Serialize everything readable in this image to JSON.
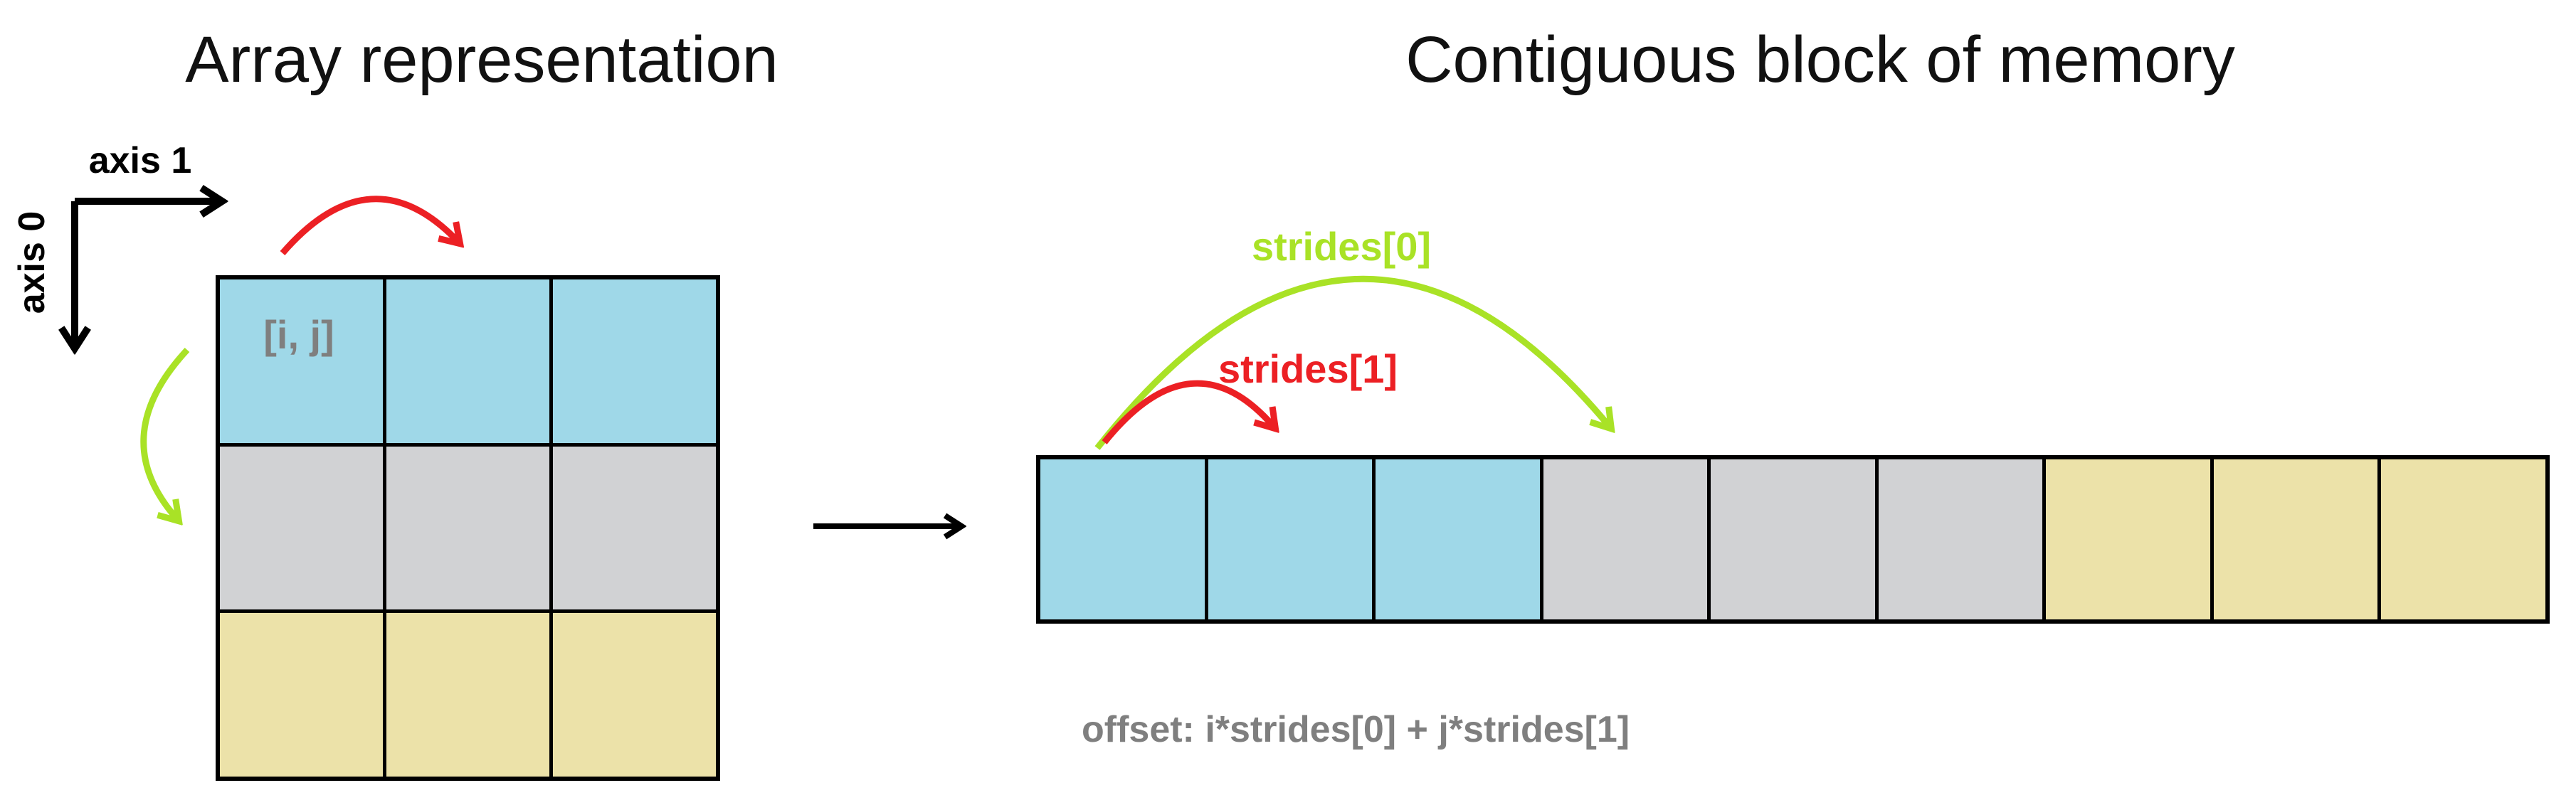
{
  "titles": {
    "left": "Array representation",
    "right": "Contiguous block of memory"
  },
  "axes": {
    "axis1_label": "axis 1",
    "axis0_label": "axis 0"
  },
  "array_grid": {
    "rows": 3,
    "cols": 3,
    "index_label": "[i, j]",
    "row_colors": [
      "#9fd8e8",
      "#d1d2d4",
      "#ece2a9"
    ]
  },
  "memory_row": {
    "cells": 9,
    "groups": [
      3,
      3,
      3
    ],
    "group_colors": [
      "#9fd8e8",
      "#d1d2d4",
      "#ece2a9"
    ]
  },
  "annotations": {
    "strides0_label": "strides[0]",
    "strides1_label": "strides[1]",
    "offset_formula": "offset: i*strides[0] + j*strides[1]"
  },
  "colors": {
    "arrow_green": "#a9e226",
    "arrow_red": "#ec2024",
    "axis_black": "#000000",
    "label_gray": "#7f7f7f",
    "cell_blue": "#9fd8e8",
    "cell_gray": "#d1d2d4",
    "cell_tan": "#ece2a9"
  }
}
